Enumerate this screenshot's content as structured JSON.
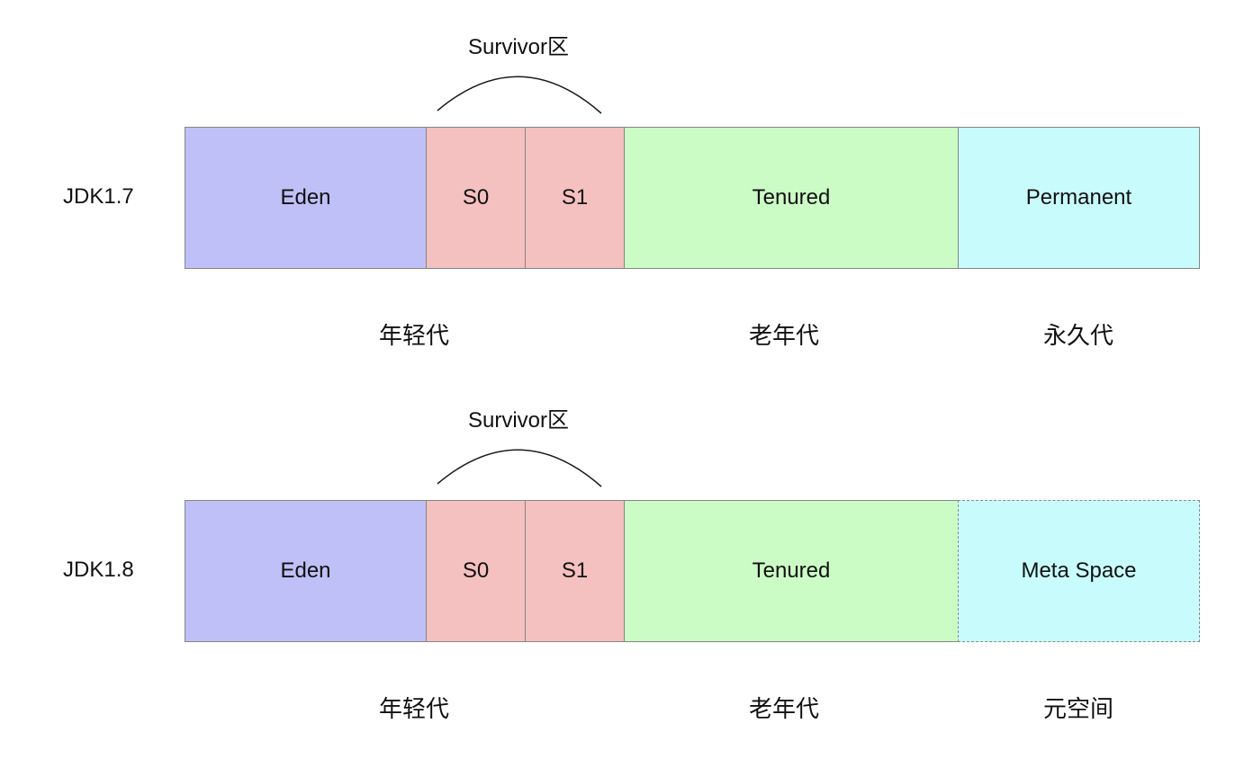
{
  "colors": {
    "eden": "#c0c0f8",
    "survivor": "#f5c0c0",
    "tenured": "#ccfcc5",
    "permanent": "#c8fcfc",
    "border": "#858585",
    "arc": "#1a1a1a"
  },
  "jdk17": {
    "label": "JDK1.7",
    "survivor_label": "Survivor区",
    "cells": {
      "eden": "Eden",
      "s0": "S0",
      "s1": "S1",
      "tenured": "Tenured",
      "permanent": "Permanent"
    },
    "gen_labels": {
      "young": "年轻代",
      "old": "老年代",
      "perm": "永久代"
    }
  },
  "jdk18": {
    "label": "JDK1.8",
    "survivor_label": "Survivor区",
    "cells": {
      "eden": "Eden",
      "s0": "S0",
      "s1": "S1",
      "tenured": "Tenured",
      "metaspace": "Meta Space"
    },
    "gen_labels": {
      "young": "年轻代",
      "old": "老年代",
      "meta": "元空间"
    }
  }
}
